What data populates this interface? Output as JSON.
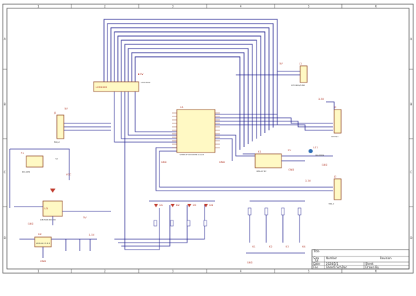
{
  "border": {
    "columns": [
      "1",
      "2",
      "3",
      "4",
      "5",
      "6"
    ],
    "rows": [
      "A",
      "B",
      "C",
      "D"
    ]
  },
  "components": {
    "u1": {
      "ref": "U1",
      "name": "STM32F103C8T6 board"
    },
    "display": {
      "name": "LCD1602"
    },
    "uart": {
      "ref": "J1",
      "name": "CH340G/USB"
    },
    "dht": {
      "ref": "J2",
      "name": "DHT11"
    },
    "sensor2": {
      "ref": "J3",
      "name": "MQ-2"
    },
    "fan_relay": {
      "ref": "K1",
      "name": "RELAY 5V"
    },
    "buzzer": {
      "ref": "LS1",
      "name": "BUZZER"
    },
    "regulator": {
      "ref": "U2",
      "name": "AMS1117-3.3"
    },
    "lm": {
      "ref": "U3",
      "name": "LM2596 DC-DC"
    },
    "power_jack": {
      "ref": "P1",
      "name": "DC-005"
    },
    "switch": {
      "ref": "S1",
      "name": "SW-PB"
    },
    "crystal": {
      "ref": "Y1",
      "name": "8MHz"
    },
    "keys": [
      "K1",
      "K2",
      "K3",
      "K4"
    ],
    "leds": [
      "D1",
      "D2",
      "D3",
      "D4"
    ]
  },
  "nets": {
    "vcc": "VCC",
    "gnd": "GND",
    "v33": "3.3V",
    "v5": "5V"
  },
  "title_block": {
    "size_label": "Size",
    "size_value": "A4",
    "number_label": "Number",
    "revision_label": "Revision",
    "date_label": "Date",
    "file_label": "File",
    "sheet_label": "Sheet",
    "drawn_label": "Drawn By",
    "title_label": "Title",
    "date_value": "2024/5/1",
    "file_value": "Sheet1.SchDoc"
  }
}
